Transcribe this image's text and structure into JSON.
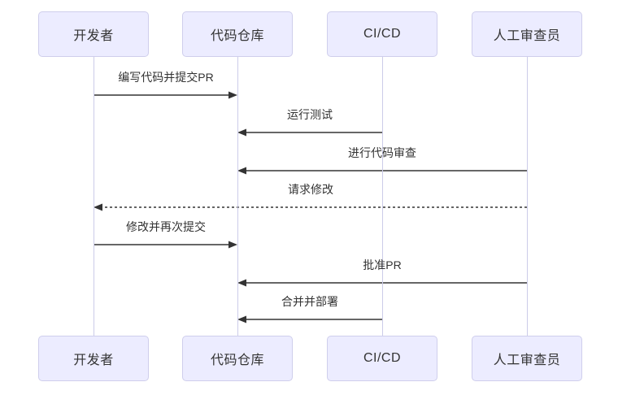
{
  "diagram": {
    "type": "sequence",
    "actors": [
      {
        "id": "developer",
        "label": "开发者"
      },
      {
        "id": "repo",
        "label": "代码仓库"
      },
      {
        "id": "cicd",
        "label": "CI/CD"
      },
      {
        "id": "reviewer",
        "label": "人工审查员"
      }
    ],
    "messages": [
      {
        "from": "developer",
        "to": "repo",
        "label": "编写代码并提交PR",
        "line": "solid"
      },
      {
        "from": "cicd",
        "to": "repo",
        "label": "运行测试",
        "line": "solid"
      },
      {
        "from": "reviewer",
        "to": "repo",
        "label": "进行代码审查",
        "line": "solid"
      },
      {
        "from": "reviewer",
        "to": "developer",
        "label": "请求修改",
        "line": "dashed"
      },
      {
        "from": "developer",
        "to": "repo",
        "label": "修改并再次提交",
        "line": "solid"
      },
      {
        "from": "reviewer",
        "to": "repo",
        "label": "批准PR",
        "line": "solid"
      },
      {
        "from": "cicd",
        "to": "repo",
        "label": "合并并部署",
        "line": "solid"
      }
    ],
    "colors": {
      "background": "#ffffff",
      "actor_fill": "#ECECFF",
      "actor_border": "#CFCEEC",
      "lifeline": "#CCCCE9",
      "arrow": "#333333",
      "text": "#333333"
    }
  }
}
